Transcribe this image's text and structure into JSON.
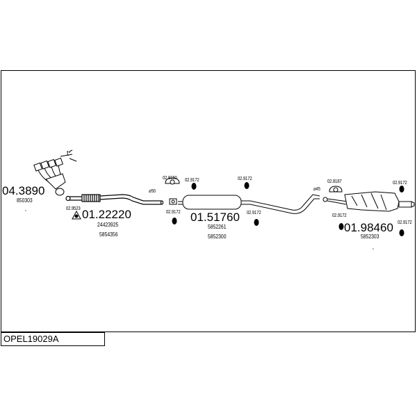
{
  "model_code": "OPEL19029A",
  "parts": {
    "manifold": {
      "number": "04.3890",
      "oem": "850303"
    },
    "front_pipe": {
      "number": "01.22220",
      "oem": [
        "24423925",
        "5854356"
      ]
    },
    "middle_silencer": {
      "number": "01.51760",
      "oem": [
        "5852261",
        "5852300"
      ]
    },
    "rear_silencer": {
      "number": "01.98460",
      "oem": "5852303"
    }
  },
  "accessories": {
    "a1": "02.9523",
    "a2": "02.8150",
    "a3": "02.9172",
    "a4": "02.9172",
    "a5": "02.9172",
    "a6": "02.9172",
    "a7": "02.8187",
    "a8": "02.9172",
    "a9": "02.9172",
    "a10": "02.9172"
  },
  "diameters": {
    "d1": "⌀50",
    "d2": "⌀45"
  },
  "misc": {
    "t_mark": "t"
  }
}
